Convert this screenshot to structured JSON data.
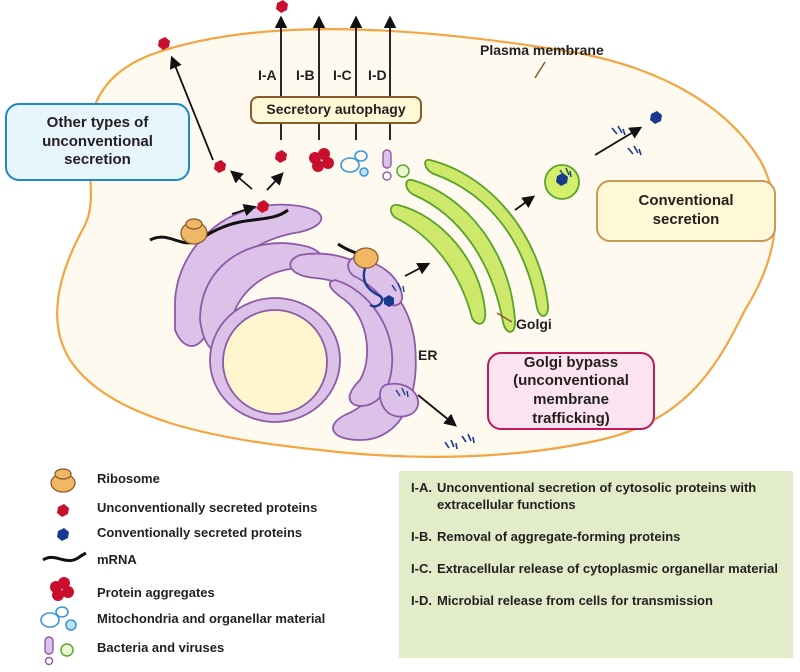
{
  "labels": {
    "plasma_membrane": "Plasma membrane",
    "golgi": "Golgi",
    "er": "ER",
    "path_ia": "I-A",
    "path_ib": "I-B",
    "path_ic": "I-C",
    "path_id": "I-D"
  },
  "boxes": {
    "secretory_autophagy": "Secretory autophagy",
    "other_types": "Other types of unconventional secretion",
    "conventional": "Conventional secretion",
    "golgi_bypass": "Golgi bypass (unconventional membrane trafficking)"
  },
  "legend": [
    {
      "icon": "ribosome-icon",
      "label": "Ribosome"
    },
    {
      "icon": "unconventional-protein-icon",
      "label": "Unconventionally secreted proteins"
    },
    {
      "icon": "conventional-protein-icon",
      "label": "Conventionally secreted proteins"
    },
    {
      "icon": "mrna-icon",
      "label": "mRNA"
    },
    {
      "icon": "protein-aggregate-icon",
      "label": "Protein aggregates"
    },
    {
      "icon": "mitochondria-icon",
      "label": "Mitochondria and organellar material"
    },
    {
      "icon": "bacteria-virus-icon",
      "label": "Bacteria and viruses"
    }
  ],
  "notes": [
    {
      "key": "I-A.",
      "text": "Unconventional secretion of cytosolic proteins with extracellular functions"
    },
    {
      "key": "I-B.",
      "text": "Removal of aggregate-forming proteins"
    },
    {
      "key": "I-C.",
      "text": "Extracellular release of cytoplasmic organellar material"
    },
    {
      "key": "I-D.",
      "text": "Microbial release from cells for transmission"
    }
  ],
  "colors": {
    "membrane": "#f2a541",
    "cell_fill": "#fffaef",
    "er_fill": "#dcc2e8",
    "er_stroke": "#8e5aa8",
    "golgi_fill": "#cde86a",
    "golgi_stroke": "#5aa12d",
    "nucleus_fill": "#fff5cf",
    "unconventional_protein": "#c8102e",
    "conventional_protein": "#1a3a8f",
    "ribosome": "#f0b865",
    "notes_bg": "#e2ecc8"
  }
}
